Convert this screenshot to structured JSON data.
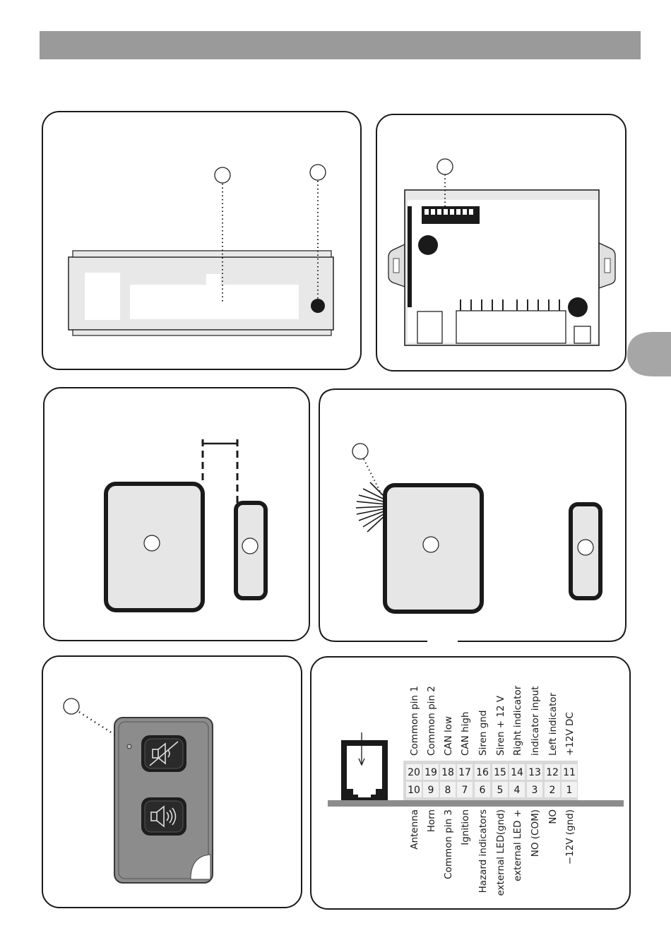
{
  "connector": {
    "top_row_pins": [
      "20",
      "19",
      "18",
      "17",
      "16",
      "15",
      "14",
      "13",
      "12",
      "11"
    ],
    "bottom_row_pins": [
      "10",
      "9",
      "8",
      "7",
      "6",
      "5",
      "4",
      "3",
      "2",
      "1"
    ],
    "top_labels": [
      "Common pin 1",
      "Common pin 2",
      "CAN low",
      "CAN high",
      "Siren gnd",
      "Siren  + 12 V",
      "Right indicator",
      "indicator input",
      "Left indicator",
      "+12V DC"
    ],
    "bottom_labels": [
      "Antenna",
      "Horn",
      "Common pin 3",
      "Ignition",
      "Hazard indicators",
      "external LED(gnd)",
      "external LED +",
      "NO (COM)",
      "NO",
      "−12V (gnd)"
    ]
  },
  "icons": {
    "remote_button_1": "speaker-muted-icon",
    "remote_button_2": "speaker-sound-icon"
  },
  "colors": {
    "header_bar": "#9a9a9a",
    "side_tab": "#a6a6a6",
    "remote_body": "#8c8c8c",
    "panel_fill": "#e6e6e6"
  }
}
